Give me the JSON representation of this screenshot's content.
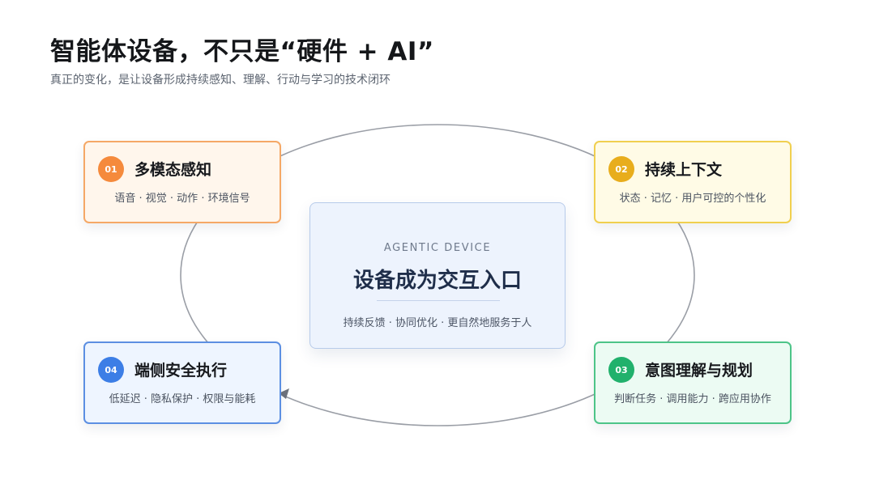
{
  "header": {
    "title": "智能体设备，不只是“硬件 + AI”",
    "subtitle": "真正的变化，是让设备形成持续感知、理解、行动与学习的技术闭环"
  },
  "center": {
    "eyebrow": "AGENTIC DEVICE",
    "title": "设备成为交互入口",
    "description": "持续反馈 · 协同优化 · 更自然地服务于人"
  },
  "cards": [
    {
      "number": "01",
      "title": "多模态感知",
      "description": "语音 · 视觉 · 动作 · 环境信号",
      "color": "#f58a3c"
    },
    {
      "number": "02",
      "title": "持续上下文",
      "description": "状态 · 记忆 · 用户可控的个性化",
      "color": "#e8ad1c"
    },
    {
      "number": "03",
      "title": "意图理解与规划",
      "description": "判断任务 · 调用能力 · 跨应用协作",
      "color": "#21b16c"
    },
    {
      "number": "04",
      "title": "端侧安全执行",
      "description": "低延迟 · 隐私保护 · 权限与能耗",
      "color": "#3c7ee6"
    }
  ],
  "icons": {
    "cycle_arrow": "arrowhead-icon"
  }
}
